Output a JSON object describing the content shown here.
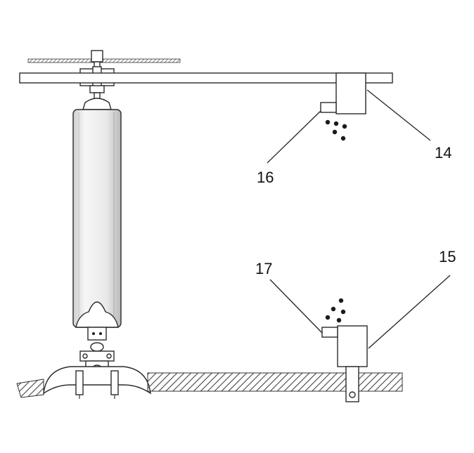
{
  "figure": {
    "labels": {
      "l14": "14",
      "l15": "15",
      "l16": "16",
      "l17": "17"
    },
    "colors": {
      "line": "#2a2a2a",
      "background": "#ffffff",
      "hatch": "#444444"
    }
  }
}
